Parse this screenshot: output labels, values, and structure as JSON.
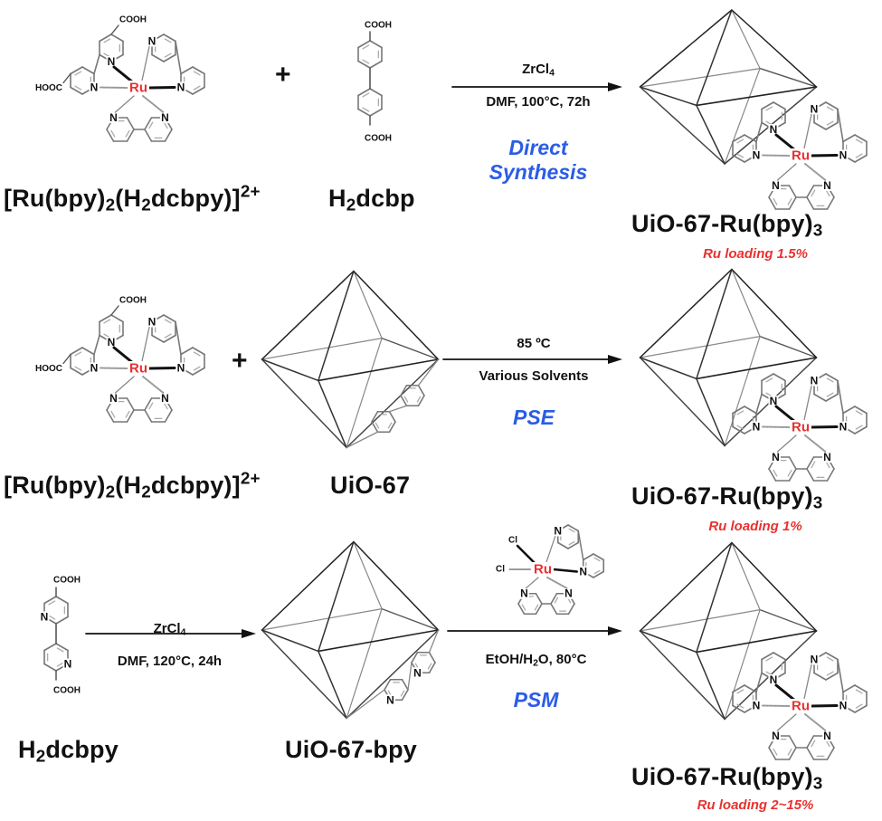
{
  "colors": {
    "method": "#2a5ce6",
    "loading": "#e8312f",
    "ru_atom": "#e8312f",
    "ink": "#111111",
    "bond_gray": "#888888"
  },
  "atoms": {
    "ru": "Ru",
    "n": "N",
    "cl": "Cl",
    "cooh": "COOH",
    "hooc": "HOOC"
  },
  "rows": [
    {
      "id": "direct-synthesis",
      "reactant1": {
        "name_html_parts": [
          "[Ru(bpy)",
          "2",
          "(H",
          "2",
          "dcbpy)]",
          "2+"
        ],
        "label": "[Ru(bpy)2(H2dcbpy)]2+"
      },
      "plus": "+",
      "reactant2": {
        "label": "H2dcbp",
        "parts": [
          "H",
          "2",
          "dcbp"
        ]
      },
      "arrow": {
        "above_parts": [
          "ZrCl",
          "4"
        ],
        "below": "DMF, 100°C, 72h"
      },
      "method": [
        "Direct",
        "Synthesis"
      ],
      "product": {
        "parts": [
          "UiO-67-Ru(bpy)",
          "3"
        ],
        "loading": "Ru loading 1.5%"
      }
    },
    {
      "id": "pse",
      "reactant1": {
        "label": "[Ru(bpy)2(H2dcbpy)]2+"
      },
      "plus": "+",
      "reactant2": {
        "label": "UiO-67"
      },
      "arrow": {
        "above": "85 ºC",
        "below": "Various Solvents"
      },
      "method": [
        "PSE"
      ],
      "product": {
        "parts": [
          "UiO-67-Ru(bpy)",
          "3"
        ],
        "loading": "Ru loading 1%"
      }
    },
    {
      "id": "psm",
      "reactant1": {
        "parts": [
          "H",
          "2",
          "dcbpy"
        ],
        "label": "H2dcbpy"
      },
      "arrow1": {
        "above_parts": [
          "ZrCl",
          "4"
        ],
        "below": "DMF, 120°C, 24h"
      },
      "intermediate": {
        "label": "UiO-67-bpy"
      },
      "arrow2": {
        "reagent": "Ru(bpy)2Cl2",
        "below_parts": [
          "EtOH/H",
          "2",
          "O, 80°C"
        ]
      },
      "method": [
        "PSM"
      ],
      "product": {
        "parts": [
          "UiO-67-Ru(bpy)",
          "3"
        ],
        "loading": "Ru loading 2~15%"
      }
    }
  ]
}
